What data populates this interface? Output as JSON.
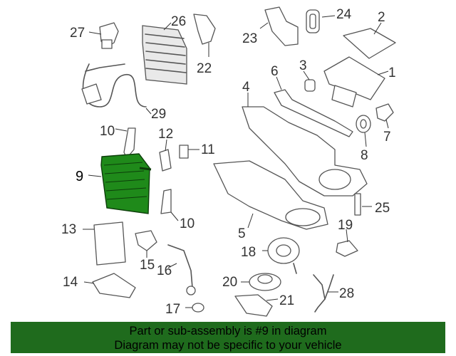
{
  "diagram": {
    "callouts": {
      "c1": "1",
      "c2": "2",
      "c3": "3",
      "c4": "4",
      "c5": "5",
      "c6": "6",
      "c7": "7",
      "c8": "8",
      "c9": "9",
      "c10a": "10",
      "c10b": "10",
      "c11": "11",
      "c12": "12",
      "c13": "13",
      "c14": "14",
      "c15": "15",
      "c16": "16",
      "c17": "17",
      "c18": "18",
      "c19": "19",
      "c20": "20",
      "c21": "21",
      "c22": "22",
      "c23": "23",
      "c24": "24",
      "c25": "25",
      "c26": "26",
      "c27": "27",
      "c28": "28",
      "c29": "29"
    },
    "highlight_color": "#1f8a1a"
  },
  "banner": {
    "line1": "Part or sub-assembly is #9 in diagram",
    "line2": "Diagram may not be specific to your vehicle",
    "background": "#1f6b1d"
  }
}
